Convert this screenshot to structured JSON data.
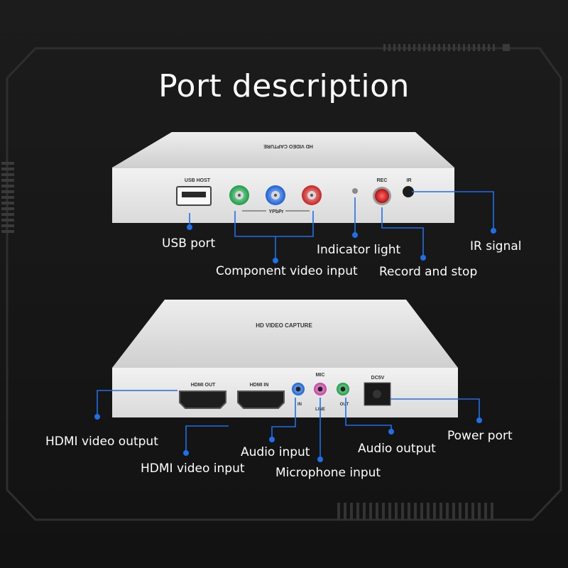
{
  "title": "Port description",
  "colors": {
    "background": "#151515",
    "accent": "#1f6fe8",
    "device_face": "#e8e8e8",
    "device_top": "#d8d8d8"
  },
  "device_top": {
    "top_label": "HD VIDEO CAPTURE",
    "usb_host": "USB HOST",
    "component_label": "YPbPr",
    "rec_label": "REC",
    "ir_label": "IR"
  },
  "device_bottom": {
    "top_label": "HD VIDEO CAPTURE",
    "hdmi_out": "HDMI OUT",
    "hdmi_in": "HDMI IN",
    "mic": "MIC",
    "line_in": "IN",
    "line": "LINE",
    "line_out": "OUT",
    "dc": "DC5V"
  },
  "callouts": {
    "usb_port": "USB port",
    "indicator_light": "Indicator light",
    "ir_signal": "IR signal",
    "component_video_input": "Component video input",
    "record_and_stop": "Record and stop",
    "hdmi_video_output": "HDMI video output",
    "power_port": "Power port",
    "audio_output": "Audio output",
    "audio_input": "Audio input",
    "hdmi_video_input": "HDMI video input",
    "microphone_input": "Microphone input"
  }
}
